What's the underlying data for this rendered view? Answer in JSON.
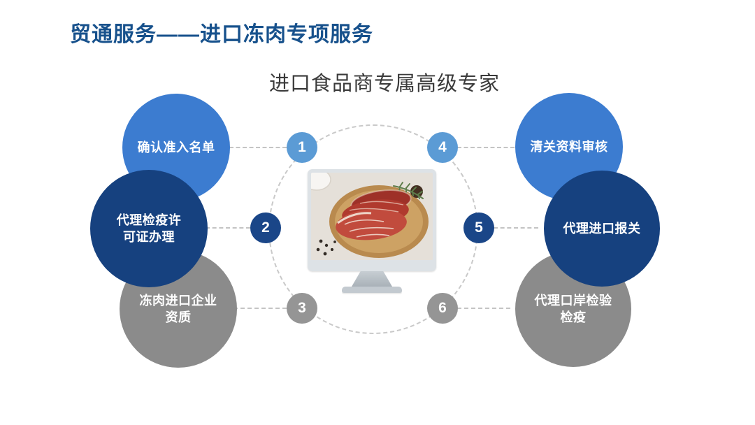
{
  "slide": {
    "title": "贸通服务——进口冻肉专项服务",
    "subtitle": "进口食品商专属高级专家"
  },
  "steps": [
    {
      "num": "1",
      "label": "确认准入名单"
    },
    {
      "num": "2",
      "label": "代理检疫许\n可证办理"
    },
    {
      "num": "3",
      "label": "冻肉进口企业\n资质"
    },
    {
      "num": "4",
      "label": "清关资料审核"
    },
    {
      "num": "5",
      "label": "代理进口报关"
    },
    {
      "num": "6",
      "label": "代理口岸检验\n检疫"
    }
  ],
  "colors": {
    "title_blue": "#17518C",
    "step_light_blue": "#3C7CD0",
    "step_dark_blue": "#16417F",
    "step_gray": "#8B8B8B",
    "badge_light_blue": "#5B9BD5",
    "badge_dark_blue": "#1A4688",
    "badge_gray": "#959595"
  },
  "center_graphic": "monitor-with-raw-frozen-meat-photo"
}
